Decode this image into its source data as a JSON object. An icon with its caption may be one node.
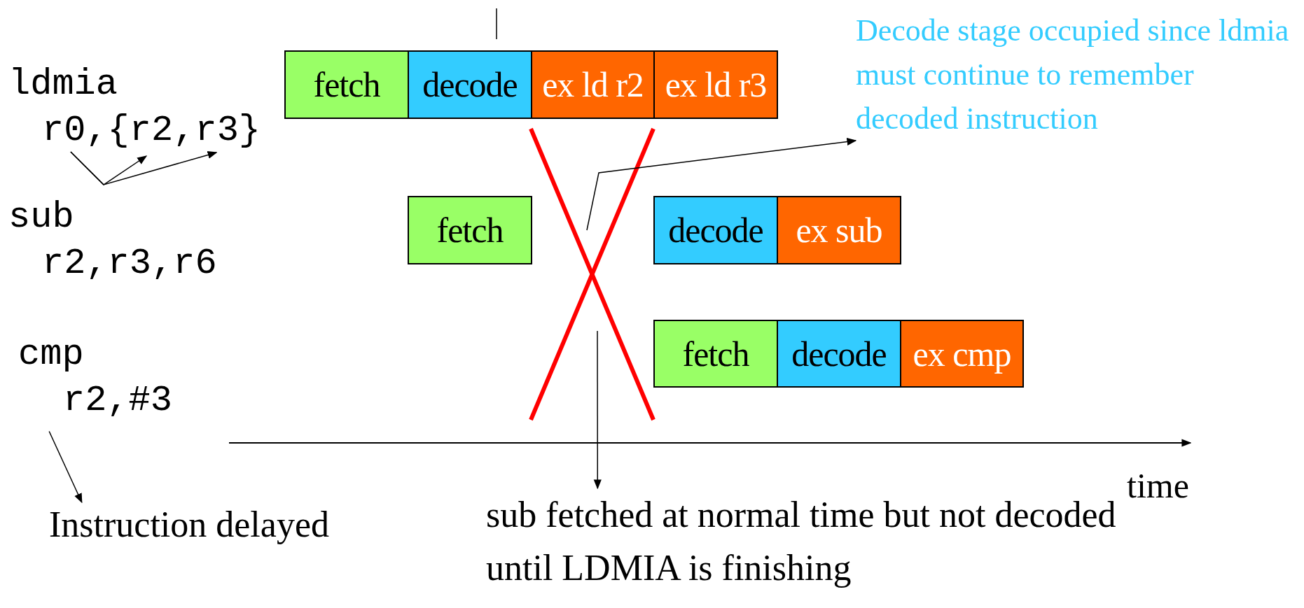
{
  "diagram": {
    "nodes": [
      {
        "text": [
          "ldmia r0,{r2,r3}"
        ]
      },
      {
        "text": [
          "sub r2,r3,r6"
        ]
      },
      {
        "text": [
          "cmp r2,#3"
        ]
      },
      {
        "text": [
          "fetch"
        ]
      },
      {
        "text": [
          "decode"
        ]
      },
      {
        "text": [
          "ex ld r2"
        ]
      },
      {
        "text": [
          "ex ld r3"
        ]
      },
      {
        "text": [
          "fetch"
        ]
      },
      {
        "text": [
          "decode"
        ]
      },
      {
        "text": [
          "ex sub"
        ]
      },
      {
        "text": [
          "fetch"
        ]
      },
      {
        "text": [
          "decode"
        ]
      },
      {
        "text": [
          "ex cmp"
        ]
      },
      {
        "text": [
          "Decode stage occupied since ldmia must continue to remember decoded instruction"
        ]
      },
      {
        "text": [
          "Instruction delayed"
        ]
      },
      {
        "text": [
          "sub fetched at normal time but not decoded until LDMIA is finishing"
        ]
      }
    ],
    "edges": [
      {
        "from": 2,
        "to": 14,
        "arrow": "to"
      },
      {
        "from": null,
        "to": 13,
        "arrow": "to"
      },
      {
        "from": null,
        "to": 15,
        "arrow": "to"
      },
      {
        "from": 0,
        "to": 0,
        "arrow": "to"
      },
      {
        "from": 0,
        "to": 0,
        "arrow": "to"
      }
    ],
    "labels": [
      "time"
    ]
  }
}
